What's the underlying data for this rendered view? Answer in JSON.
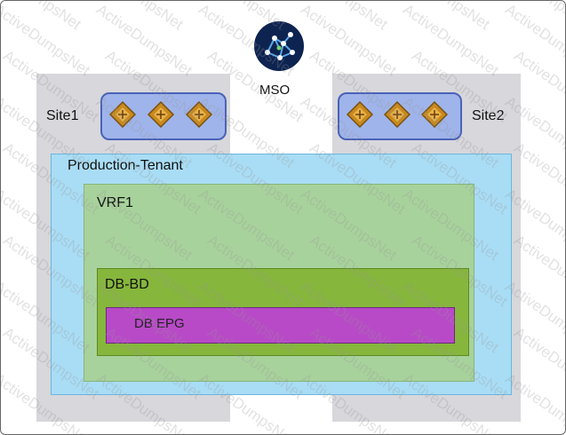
{
  "diagram": {
    "mso": {
      "label": "MSO",
      "icon": "mso-network-icon"
    },
    "sites": [
      {
        "label": "Site1",
        "nodes": [
          "switch-node-icon",
          "switch-node-icon",
          "switch-node-icon"
        ]
      },
      {
        "label": "Site2",
        "nodes": [
          "switch-node-icon",
          "switch-node-icon",
          "switch-node-icon"
        ]
      }
    ],
    "tenant": {
      "label": "Production-Tenant"
    },
    "vrf": {
      "label": "VRF1"
    },
    "bridge_domain": {
      "label": "DB-BD"
    },
    "epg": {
      "label": "DB EPG"
    }
  },
  "watermark": {
    "text": "ActiveDumpsNet"
  },
  "colors": {
    "site_panel": "#d7d7dc",
    "spine_group": "#9fb4ea",
    "tenant": "#a9ddf5",
    "vrf": "#a8d29c",
    "bridge_domain": "#86b63c",
    "epg": "#b84ac7",
    "mso_icon_bg": "#0d2350"
  }
}
